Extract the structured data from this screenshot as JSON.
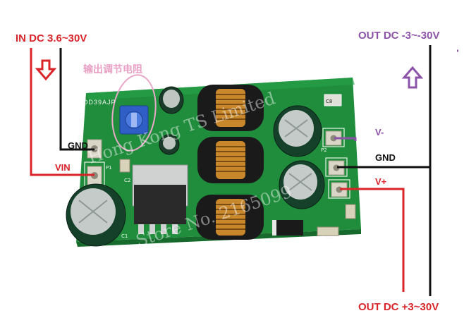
{
  "labels": {
    "input": "IN DC 3.6~30V",
    "output_negative": "OUT DC -3~-30V",
    "output_positive": "OUT DC +3~30V",
    "adjust_note_cn": "输出调节电阻",
    "gnd_left": "GND",
    "vin": "VIN",
    "v_minus": "V-",
    "gnd_right": "GND",
    "v_plus": "V+",
    "board_model": "DD39AJP"
  },
  "watermark": {
    "line1": "Hong Kong TS Limited",
    "line2": "Store No. 2165099"
  },
  "colors": {
    "input_red": "#d9252a",
    "purple": "#8c52a8",
    "ground_black": "#111111",
    "pcb_green": "#1e8a3a",
    "copper": "#c8872a"
  }
}
